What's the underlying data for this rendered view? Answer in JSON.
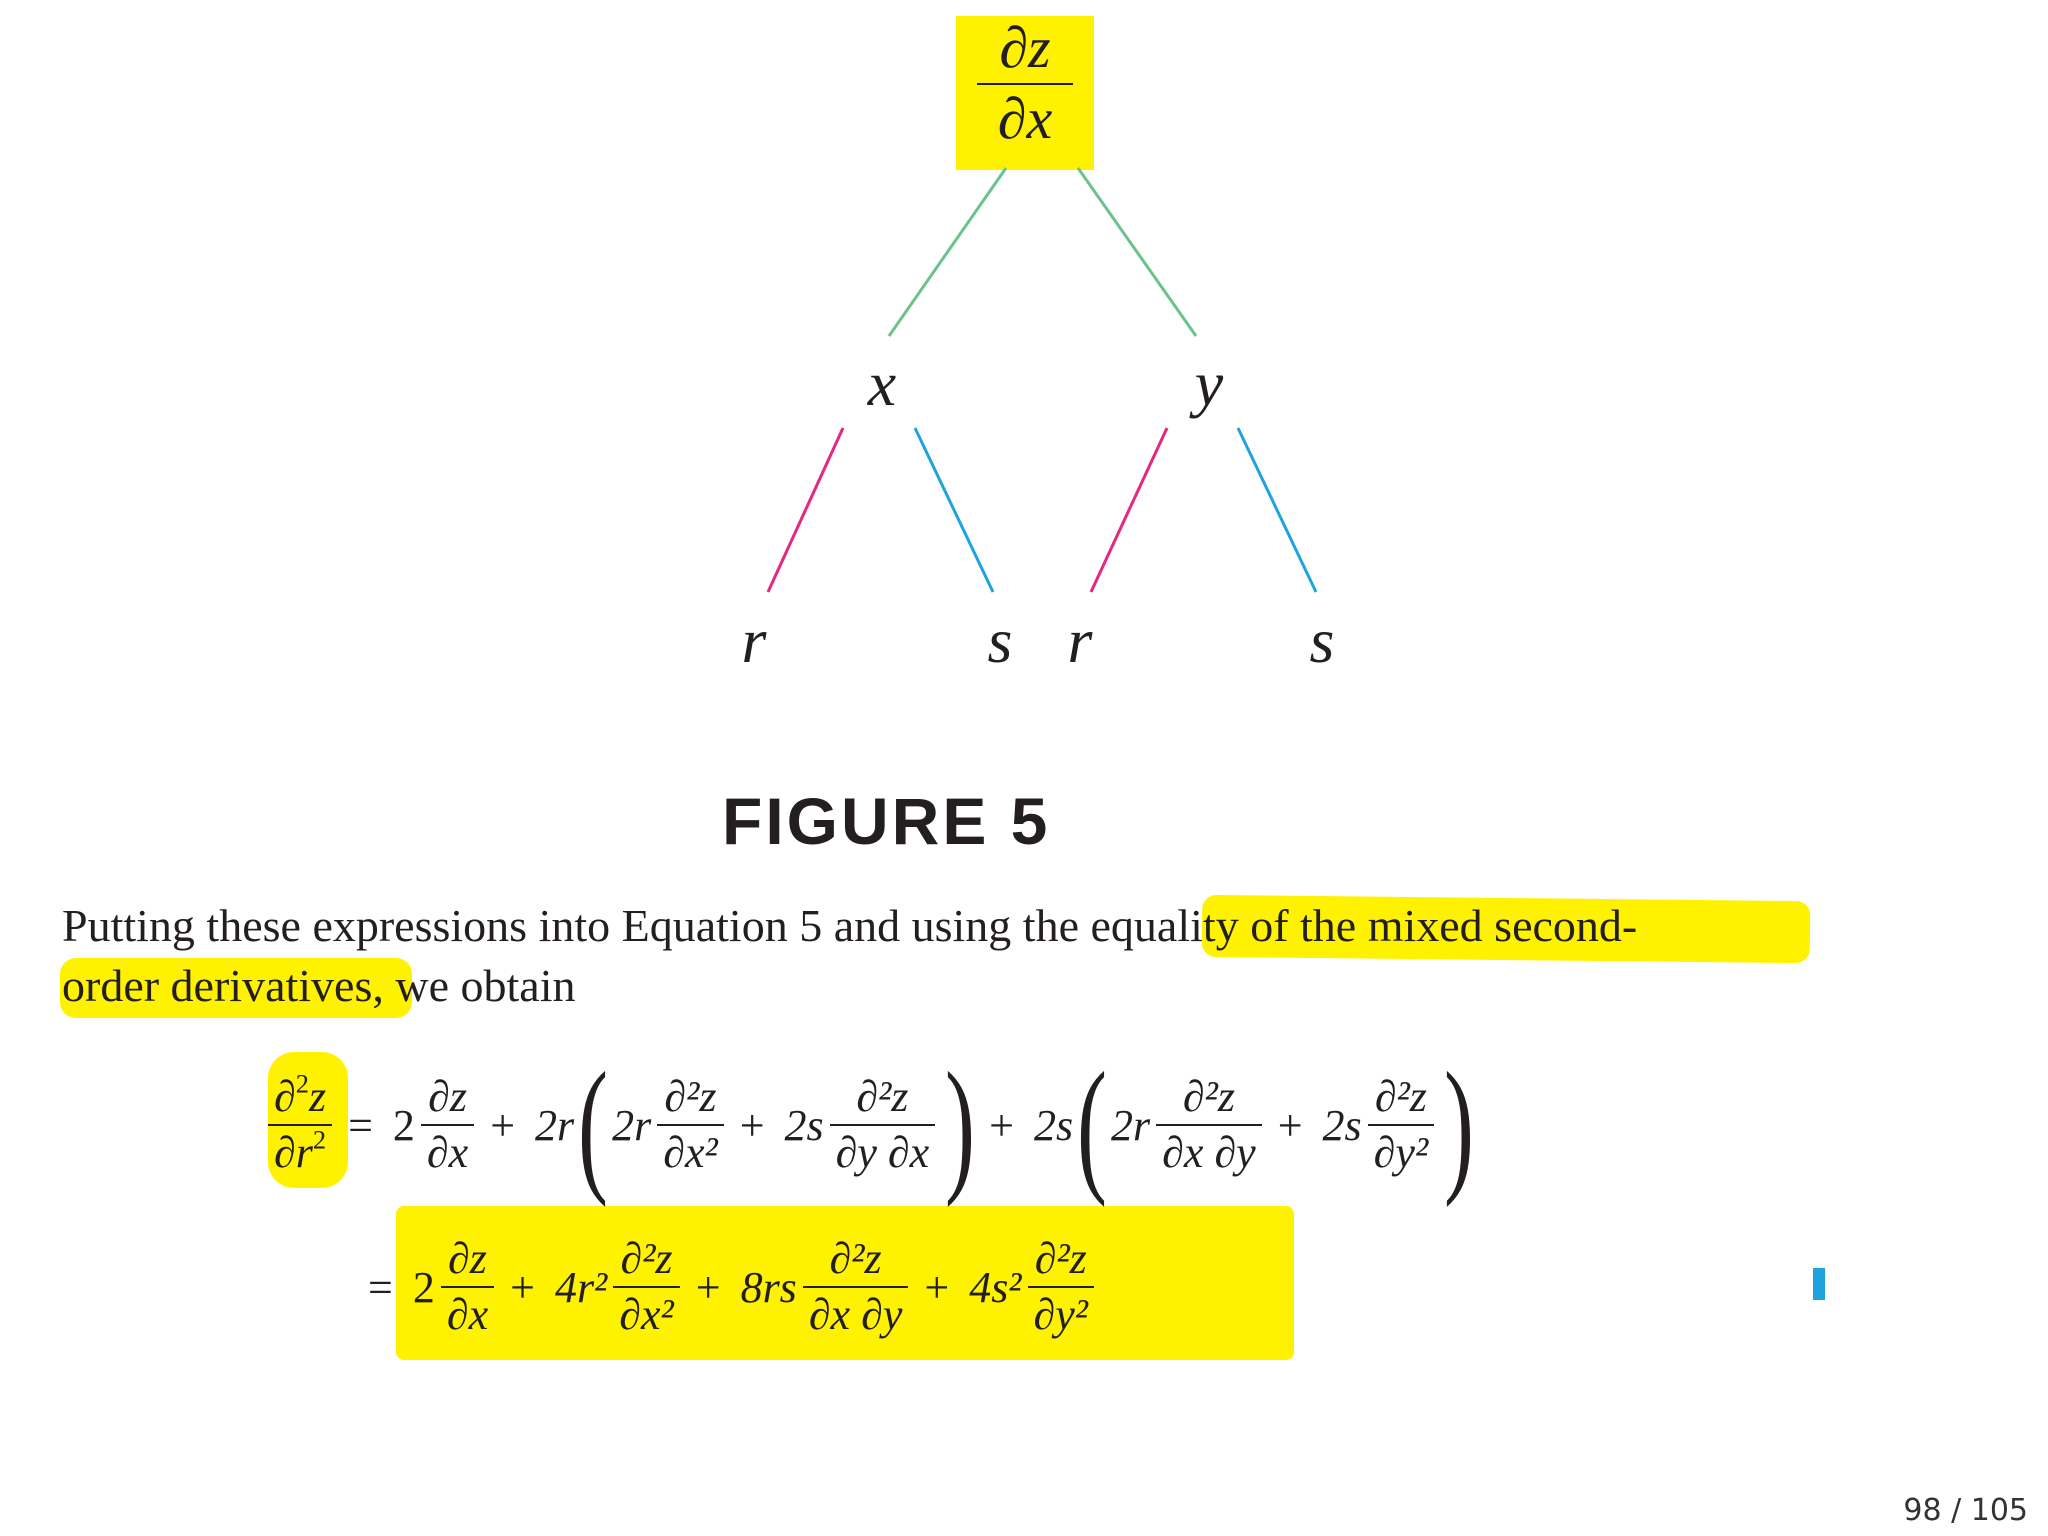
{
  "tree": {
    "root": {
      "num": "∂z",
      "den": "∂x"
    },
    "level1": [
      "x",
      "y"
    ],
    "leaves": [
      "r",
      "s",
      "r",
      "s"
    ],
    "colors": {
      "green": "#6cc28c",
      "magenta": "#e6267f",
      "cyan": "#1fa3df",
      "highlight": "#fff200"
    }
  },
  "figure_label": "FIGURE 5",
  "paragraph": {
    "line1_a": "Putting these expressions into Equation 5 and using the ",
    "line1_b": "equality of the mixed second-",
    "line2_a": "order derivatives",
    "line2_b": ", we obtain"
  },
  "equation": {
    "lhs": {
      "num": "∂",
      "num_sup": "2",
      "num_var": "z",
      "den": "∂r",
      "den_sup": "2"
    },
    "line1": {
      "eq": "=",
      "coef1": "2",
      "t1": {
        "num": "∂z",
        "den": "∂x"
      },
      "plus1": "+",
      "coef2": "2r",
      "lp1": "(",
      "coef3": "2r",
      "t2": {
        "num": "∂²z",
        "den": "∂x²"
      },
      "plus2": "+",
      "coef4": "2s",
      "t3": {
        "num": "∂²z",
        "den": "∂y ∂x"
      },
      "rp1": ")",
      "plus3": "+",
      "coef5": "2s",
      "lp2": "(",
      "coef6": "2r",
      "t4": {
        "num": "∂²z",
        "den": "∂x ∂y"
      },
      "plus4": "+",
      "coef7": "2s",
      "t5": {
        "num": "∂²z",
        "den": "∂y²"
      },
      "rp2": ")"
    },
    "line2": {
      "eq": "=",
      "coef1": "2",
      "t1": {
        "num": "∂z",
        "den": "∂x"
      },
      "plus1": "+",
      "coef2": "4r²",
      "t2": {
        "num": "∂²z",
        "den": "∂x²"
      },
      "plus2": "+",
      "coef3": "8rs",
      "t3": {
        "num": "∂²z",
        "den": "∂x ∂y"
      },
      "plus3": "+",
      "coef4": "4s²",
      "t4": {
        "num": "∂²z",
        "den": "∂y²"
      }
    }
  },
  "page_indicator": "98 / 105"
}
